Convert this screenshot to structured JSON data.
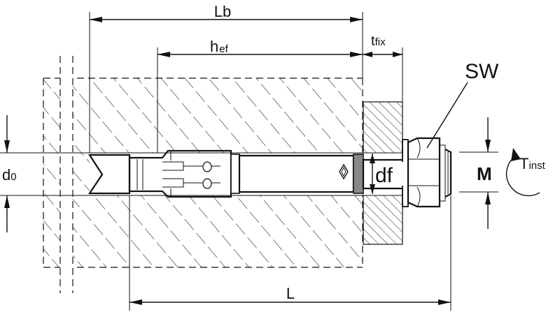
{
  "diagram": {
    "labels": {
      "lb": "Lb",
      "hef_main": "h",
      "hef_sub": "ef",
      "tfix_main": "t",
      "tfix_sub": "fix",
      "sw": "SW",
      "d0_main": "d",
      "d0_sub": "0",
      "df": "df",
      "m": "M",
      "tinst_main": "T",
      "tinst_sub": "inst",
      "l": "L"
    },
    "colors": {
      "line": "#111111",
      "background": "#ffffff",
      "hatch": "#222222"
    },
    "icons": [
      "rotation-arrow-icon",
      "diamond-mark-icon"
    ]
  }
}
